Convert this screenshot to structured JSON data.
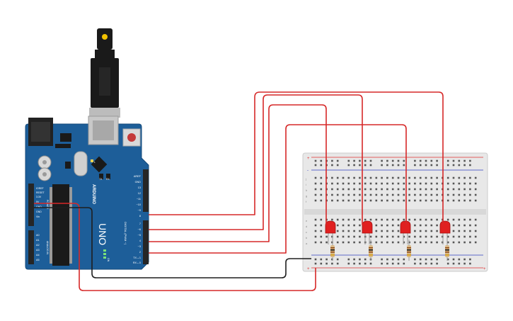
{
  "board": {
    "name": "UNO",
    "brand": "ARDUINO",
    "power_header": [
      "IOREF",
      "RESET",
      "3.3V",
      "5V",
      "GND",
      "GND",
      "Vin"
    ],
    "power_title": "POWER",
    "analog_header": [
      "A0",
      "A1",
      "A2",
      "A3",
      "A4",
      "A5"
    ],
    "analog_title": "ANALOG IN",
    "digital_top": [
      "AREF",
      "GND",
      "13",
      "12",
      "~11",
      "~10",
      "~9",
      "8"
    ],
    "digital_bottom": [
      "7",
      "~6",
      "~5",
      "4",
      "~3",
      "2",
      "TX→1",
      "RX←0"
    ],
    "digital_title": "DIGITAL (PWM ~)",
    "led_labels": [
      "TX",
      "RX"
    ],
    "on_label": "ON",
    "l_label": "L"
  },
  "breadboard": {
    "row_letters_top": [
      "j",
      "i",
      "h",
      "g",
      "f"
    ],
    "row_letters_bottom": [
      "e",
      "d",
      "c",
      "b",
      "a"
    ],
    "rail_plus": "+",
    "rail_minus": "-"
  },
  "components": {
    "led_color": "#e02020",
    "resistor_bands": [
      "#8b4513",
      "#000000",
      "#8b4513",
      "#d4a017"
    ],
    "wire_red": "#d62828",
    "wire_black": "#1e1e1e",
    "board_color": "#1d5e99"
  }
}
